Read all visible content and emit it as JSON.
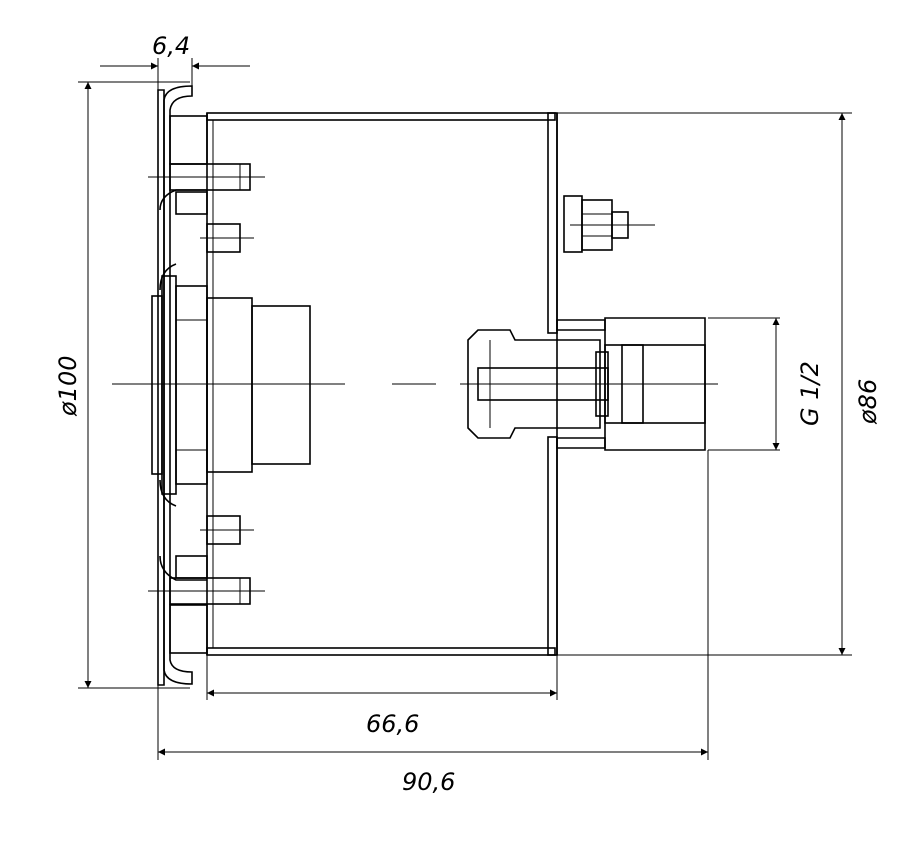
{
  "drawing": {
    "dimensions": {
      "flange_thickness": "6,4",
      "outer_diameter": "ø100",
      "body_diameter": "ø86",
      "thread": "G 1/2",
      "body_length": "66,6",
      "overall_length": "90,6"
    }
  }
}
